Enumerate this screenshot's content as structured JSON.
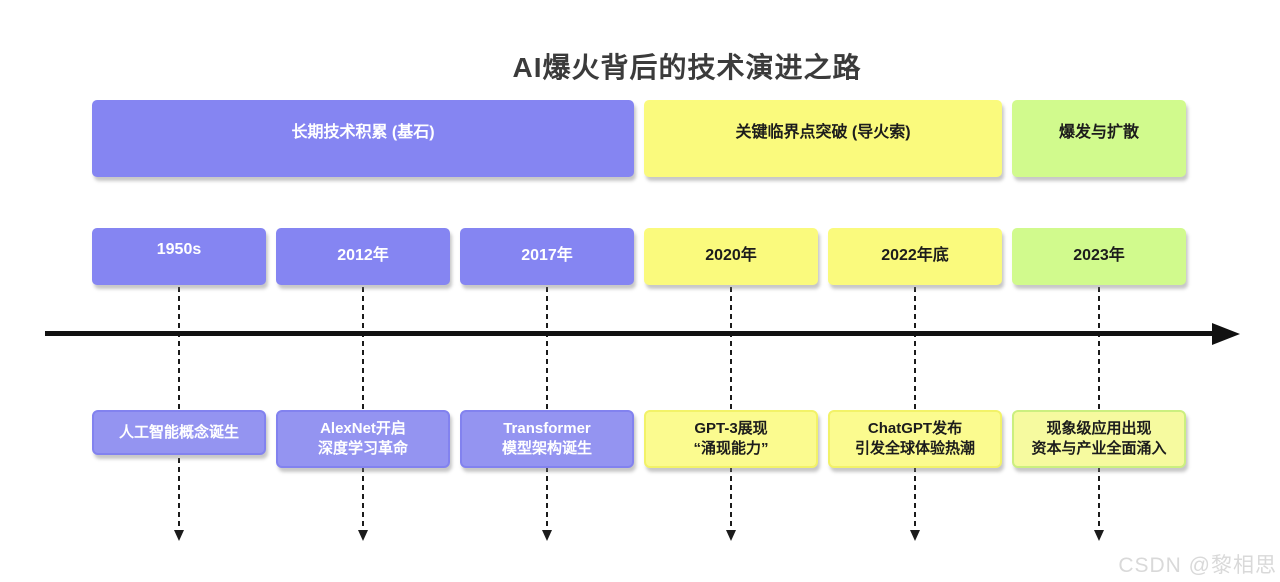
{
  "title": "AI爆火背后的技术演进之路",
  "watermark": "CSDN @黎相思",
  "colors": {
    "purple": "#8585F2",
    "yellow": "#FAFA7D",
    "green": "#D1FA8D",
    "purple_light": "#9494F1",
    "yellow_light": "#FBFB8F",
    "green_light": "#F6FA9F",
    "axis": "#111111",
    "title_text": "#3b3b3b"
  },
  "phases": [
    {
      "label": "长期技术积累 (基石)"
    },
    {
      "label": "关键临界点突破 (导火索)"
    },
    {
      "label": "爆发与扩散"
    }
  ],
  "milestones": [
    {
      "year": "1950s",
      "line1": "人工智能概念诞生",
      "line2": ""
    },
    {
      "year": "2012年",
      "line1": "AlexNet开启",
      "line2": "深度学习革命"
    },
    {
      "year": "2017年",
      "line1": "Transformer",
      "line2": "模型架构诞生"
    },
    {
      "year": "2020年",
      "line1": "GPT-3展现",
      "line2": "“涌现能力”"
    },
    {
      "year": "2022年底",
      "line1": "ChatGPT发布",
      "line2": "引发全球体验热潮"
    },
    {
      "year": "2023年",
      "line1": "现象级应用出现",
      "line2": "资本与产业全面涌入"
    }
  ]
}
